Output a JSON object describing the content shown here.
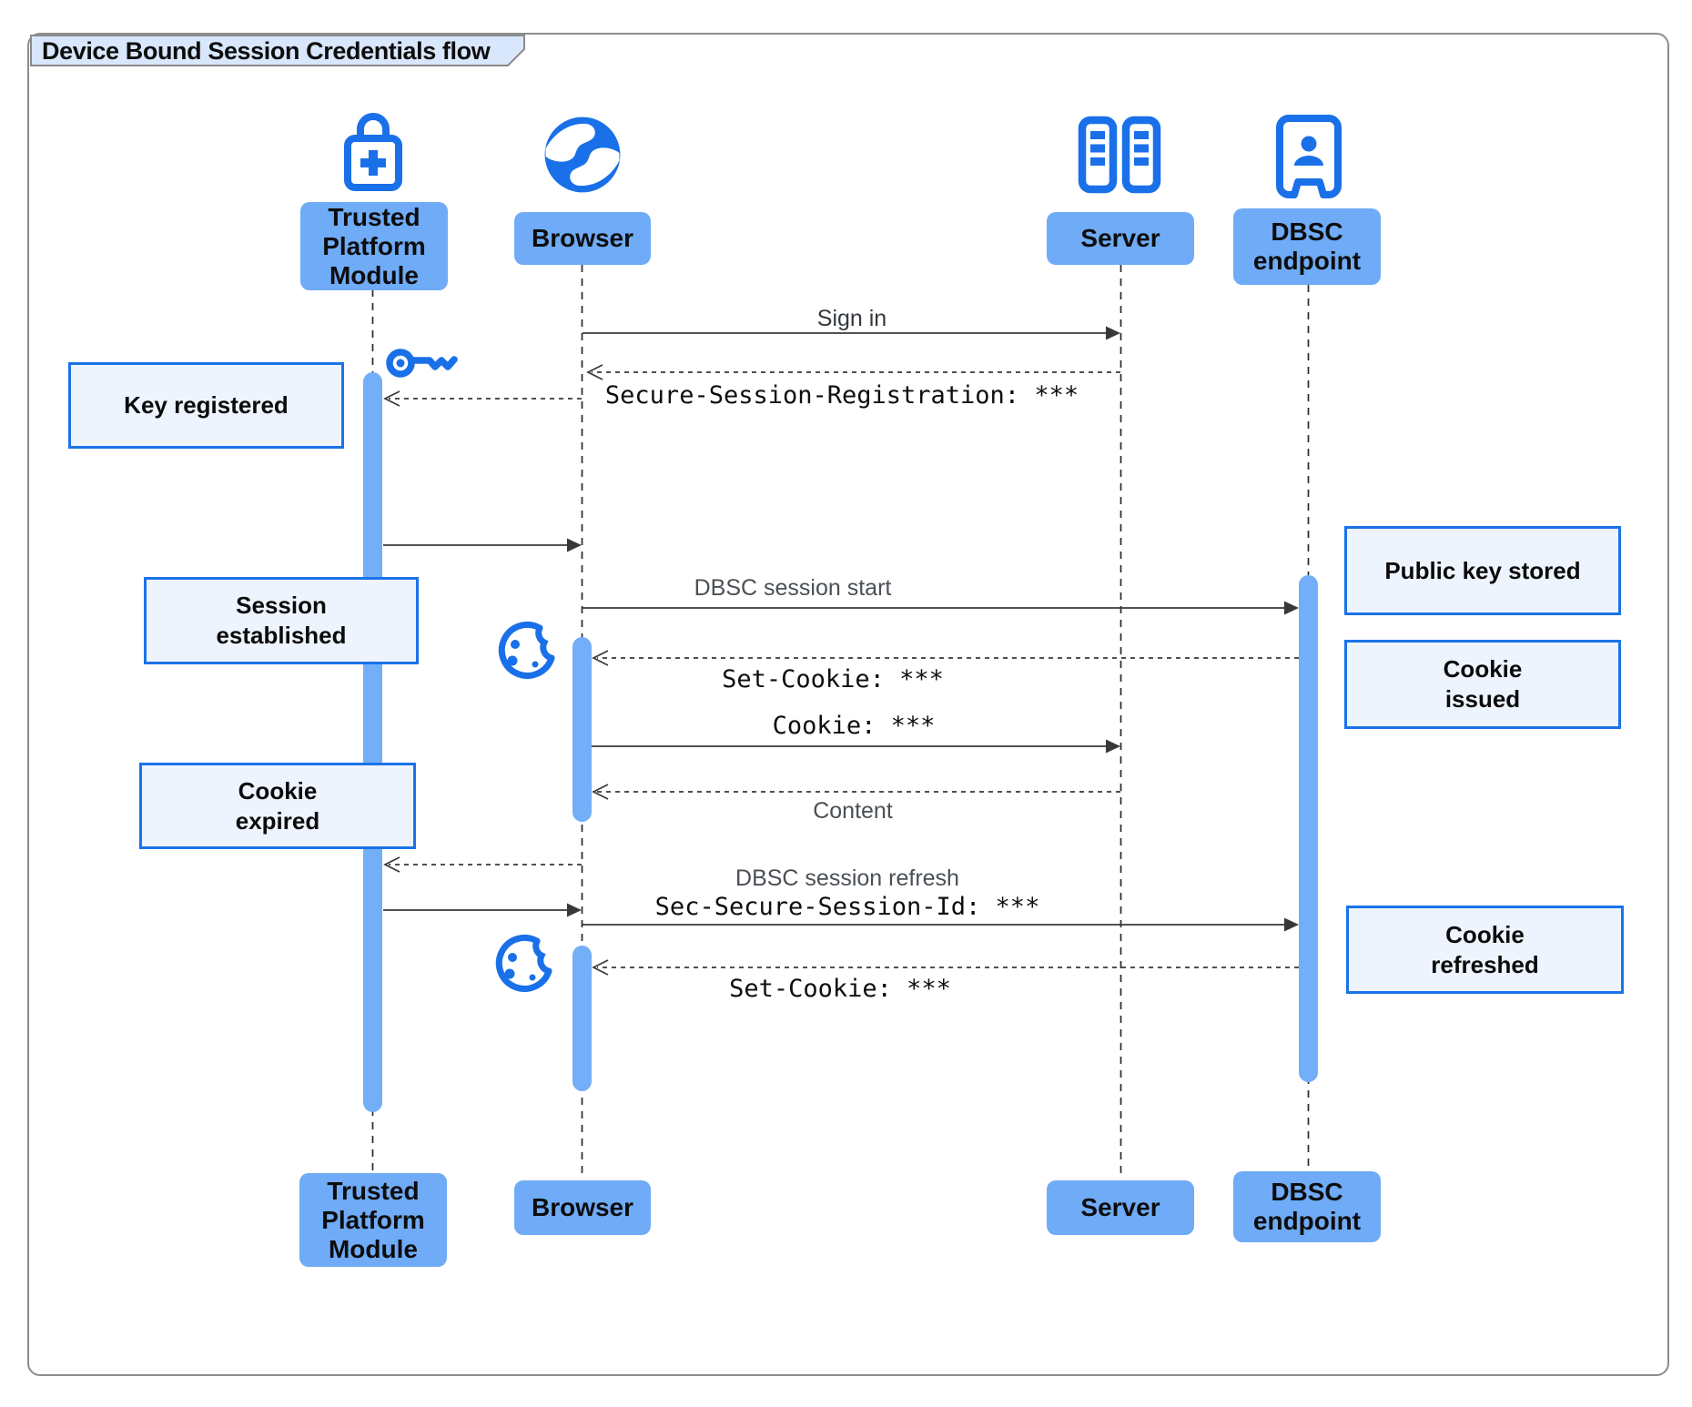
{
  "title": "Device Bound Session Credentials flow",
  "actors": {
    "tpm": {
      "label": "Trusted\nPlatform\nModule",
      "icon": "lock-plus-icon"
    },
    "browser": {
      "label": "Browser",
      "icon": "globe-icon"
    },
    "server": {
      "label": "Server",
      "icon": "server-rack-icon"
    },
    "dbsc": {
      "label": "DBSC\nendpoint",
      "icon": "door-person-icon"
    }
  },
  "messages": {
    "sign_in": "Sign in",
    "registration": "Secure-Session-Registration: ***",
    "session_start": "DBSC session start",
    "set_cookie_1": "Set-Cookie: ***",
    "cookie": "Cookie: ***",
    "content": "Content",
    "session_refresh": "DBSC session refresh",
    "session_id": "Sec-Secure-Session-Id: ***",
    "set_cookie_2": "Set-Cookie: ***"
  },
  "notes": {
    "key_registered": "Key registered",
    "session_established": "Session\nestablished",
    "cookie_expired": "Cookie\nexpired",
    "public_key_stored": "Public key stored",
    "cookie_issued": "Cookie\nissued",
    "cookie_refreshed": "Cookie\nrefreshed"
  },
  "decorations": {
    "key_icon": "key-icon",
    "cookie_icon_1": "cookie-icon",
    "cookie_icon_2": "cookie-icon"
  },
  "colors": {
    "icon_blue": "#1a70e8",
    "actor_fill": "#6fabf6",
    "activation_fill": "#73aff8",
    "note_fill": "#eef4fd",
    "note_border": "#1a73e8",
    "title_fill": "#d8e7fb",
    "line_color": "#383838"
  }
}
